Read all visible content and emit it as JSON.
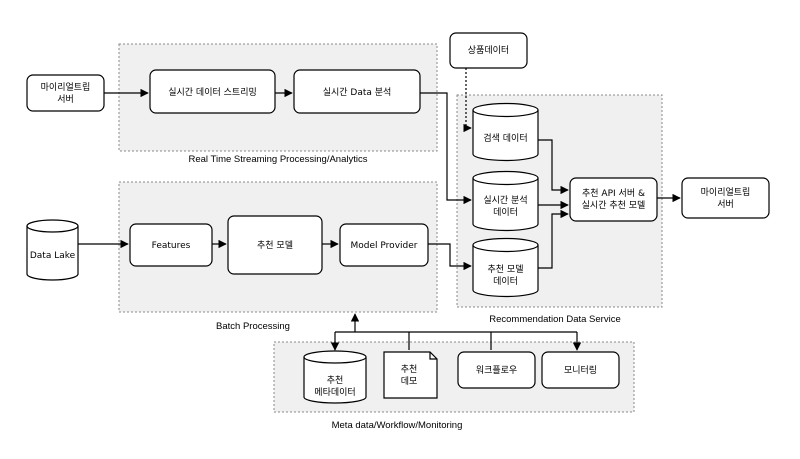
{
  "groups": {
    "realtime": "Real Time Streaming Processing/Analytics",
    "batch": "Batch Processing",
    "service": "Recommendation Data Service",
    "meta": "Meta data/Workflow/Monitoring"
  },
  "nodes": {
    "mariri_server_in": [
      "마이리얼트립",
      "서버"
    ],
    "realtime_streaming": "실시간 데이터 스트리밍",
    "realtime_analysis": "실시간 Data 분석",
    "product_data": "상품데이터",
    "search_data": "검색 데이터",
    "realtime_analysis_data": [
      "실시간 분석",
      "데이터"
    ],
    "reco_model_data": [
      "추천 모델",
      "데이터"
    ],
    "reco_api": [
      "추천 API 서버 &",
      "실시간 추천 모델"
    ],
    "mariri_server_out": [
      "마이리얼트립",
      "서버"
    ],
    "data_lake": "Data Lake",
    "features": "Features",
    "reco_model": "추천 모델",
    "model_provider": "Model Provider",
    "reco_metadata": [
      "추천",
      "메타데이터"
    ],
    "reco_demo": [
      "추천",
      "데모"
    ],
    "workflow": "워크플로우",
    "monitoring": "모니터링"
  }
}
